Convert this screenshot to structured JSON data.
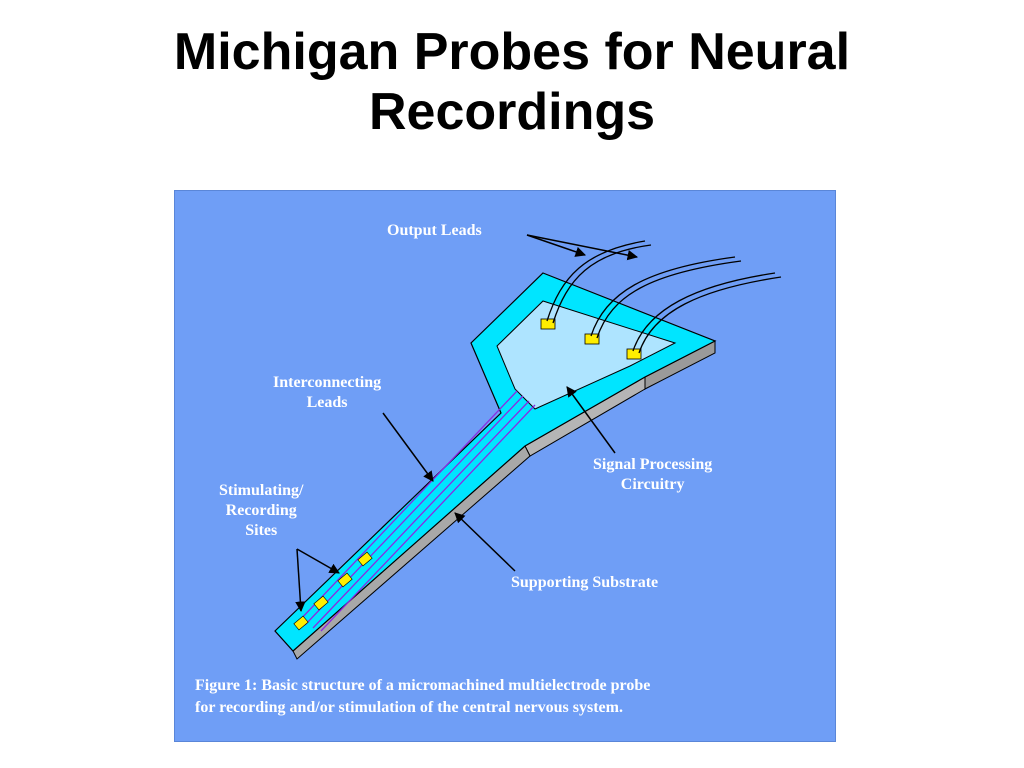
{
  "slide": {
    "title_line1": "Michigan Probes for Neural",
    "title_line2": "Recordings"
  },
  "figure": {
    "labels": {
      "output_leads": "Output Leads",
      "interconnecting_leads_line1": "Interconnecting",
      "interconnecting_leads_line2": "Leads",
      "signal_processing_line1": "Signal Processing",
      "signal_processing_line2": "Circuitry",
      "stimulating_line1": "Stimulating/",
      "stimulating_line2": "Recording",
      "stimulating_line3": "Sites",
      "supporting_substrate": "Supporting Substrate"
    },
    "caption_line1": "Figure 1: Basic structure of a micromachined multielectrode probe",
    "caption_line2": "for recording and/or stimulation of the central nervous system.",
    "colors": {
      "background": "#6f9ef6",
      "probe_top": "#00e5ff",
      "probe_side": "#a8a8a8",
      "circuitry": "#aee4ff",
      "pads": "#ffee00",
      "leads": "#8a2be2"
    }
  }
}
